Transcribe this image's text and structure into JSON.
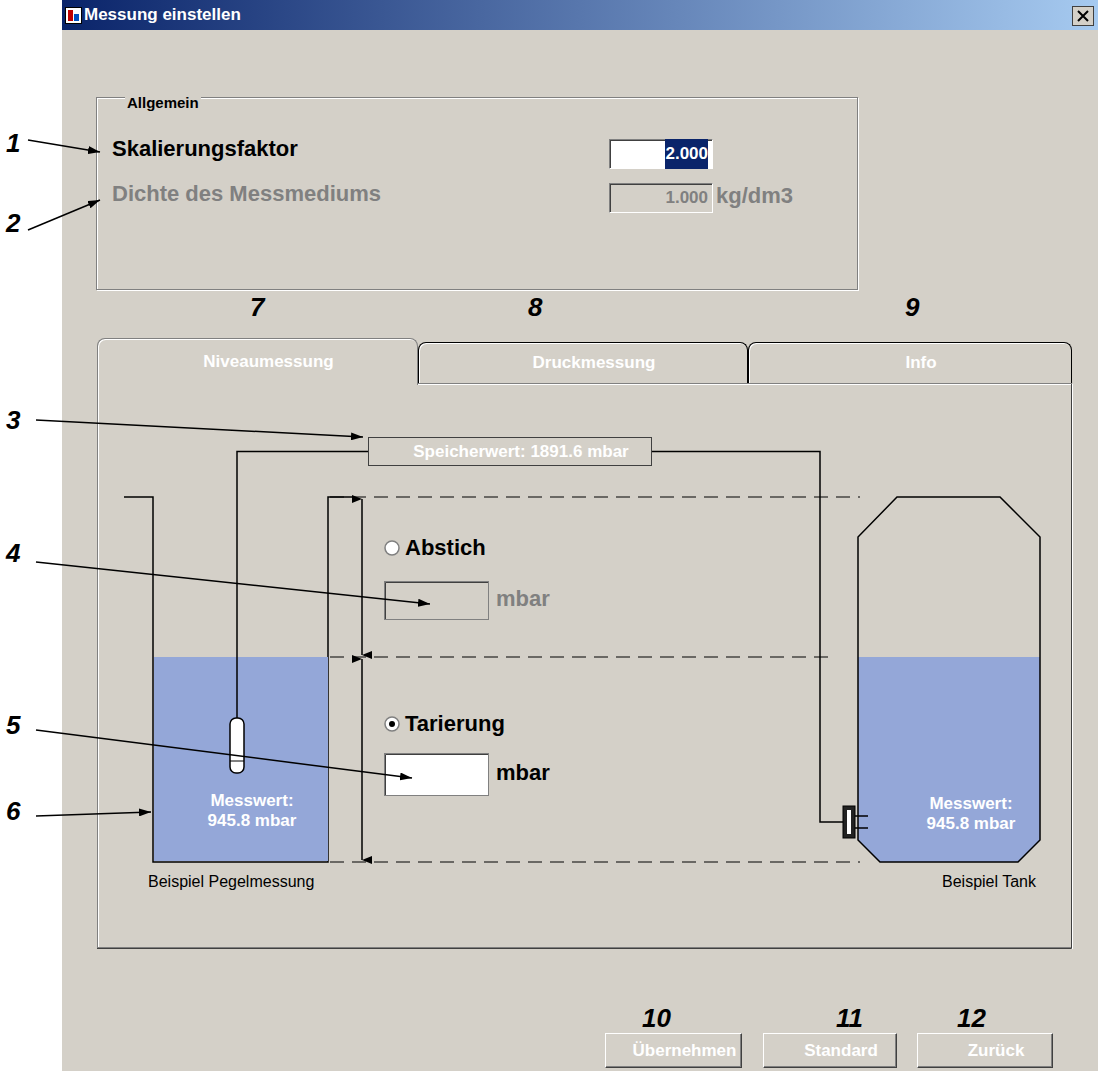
{
  "diagram": {
    "title": "Messung einstellen",
    "nodes": [
      {
        "text": [
          "Messung einstellen"
        ]
      },
      {
        "text": [
          "Allgemein"
        ],
        "in": 0
      },
      {
        "text": [
          "2.000"
        ],
        "in": 1
      },
      {
        "text": [
          "1.000"
        ],
        "in": 1
      },
      {
        "text": [
          "Niveaumessung"
        ],
        "in": 0
      },
      {
        "text": [
          "Druckmessung"
        ],
        "in": 0
      },
      {
        "text": [
          "Info"
        ],
        "in": 0
      },
      {
        "text": [
          "Speicherwert: 1891.6 mbar"
        ],
        "in": 0
      },
      {
        "text": [
          "Messwert: 945.8 mbar"
        ],
        "in": 0
      },
      {
        "text": [
          "Messwert: 945.8 mbar"
        ],
        "in": 0
      },
      {
        "text": [
          "Übernehmen"
        ],
        "in": 0
      },
      {
        "text": [
          "Standard"
        ],
        "in": 0
      },
      {
        "text": [
          "Zurück"
        ],
        "in": 0
      }
    ],
    "edges": [
      {
        "from": 7,
        "to": 8,
        "arrow": "none"
      },
      {
        "from": 7,
        "to": 9,
        "arrow": "none"
      }
    ],
    "labels": [
      "1",
      "2",
      "3",
      "4",
      "5",
      "6",
      "7",
      "8",
      "9",
      "10",
      "11",
      "12",
      "Skalierungsfaktor",
      "Dichte des Messmediums",
      "kg/dm3",
      "Abstich",
      "mbar",
      "Tarierung",
      "mbar",
      "Beispiel Pegelmessung",
      "Beispiel Tank"
    ]
  }
}
